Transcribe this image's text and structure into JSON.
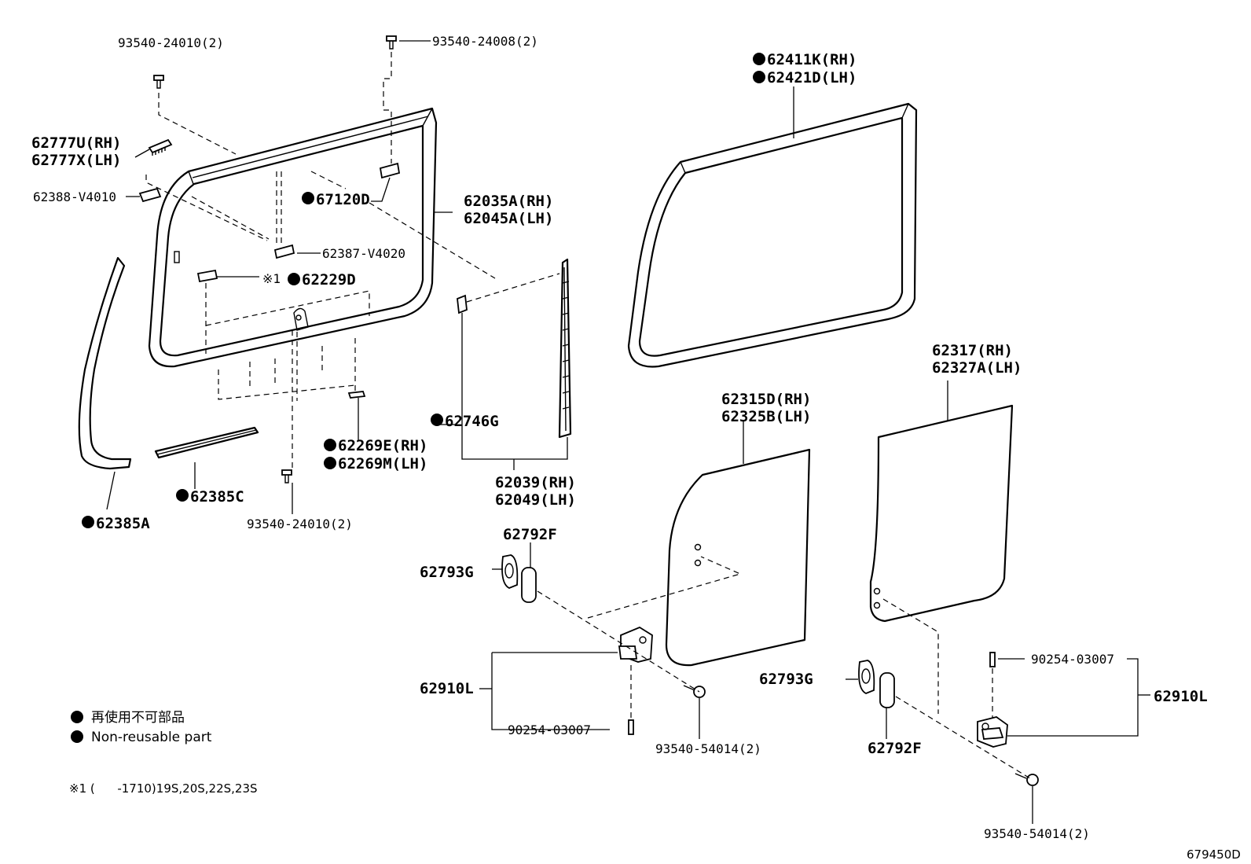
{
  "labels": {
    "screw_top_left": "93540-24010(2)",
    "screw_top_right": "93540-24008(2)",
    "clip_rh": "62777U(RH)",
    "clip_lh": "62777X(LH)",
    "clip_62388": "62388-V4010",
    "clip_67120": "67120D",
    "frame_rh": "62035A(RH)",
    "frame_lh": "62045A(LH)",
    "clip_62387": "62387-V4020",
    "note_mark": "※1",
    "clip_62229": "62229D",
    "seal_rh": "62411K(RH)",
    "seal_lh": "62421D(LH)",
    "channel_62746": "62746G",
    "pad_rh": "62269E(RH)",
    "pad_lh": "62269M(LH)",
    "run_rh": "62039(RH)",
    "run_lh": "62049(LH)",
    "moulding_62385c": "62385C",
    "moulding_62385a": "62385A",
    "screw_bottom": "93540-24010(2)",
    "glass_front_rh": "62315D(RH)",
    "glass_front_lh": "62325B(LH)",
    "glass_rear_rh": "62317(RH)",
    "glass_rear_lh": "62327A(LH)",
    "spacer_left": "62792F",
    "cushion_left": "62793G",
    "hinge_left": "62910L",
    "pin_left": "90254-03007",
    "screw_left": "93540-54014(2)",
    "cushion_right": "62793G",
    "spacer_right": "62792F",
    "pin_right": "90254-03007",
    "hinge_right": "62910L",
    "screw_right": "93540-54014(2)"
  },
  "legend": {
    "jp": "再使用不可部品",
    "en": "Non-reusable part"
  },
  "footnote": "※1 (      -1710)19S,20S,22S,23S",
  "diagram_id": "679450D",
  "icons": {
    "non_reusable_marker": "filled-circle-icon"
  }
}
